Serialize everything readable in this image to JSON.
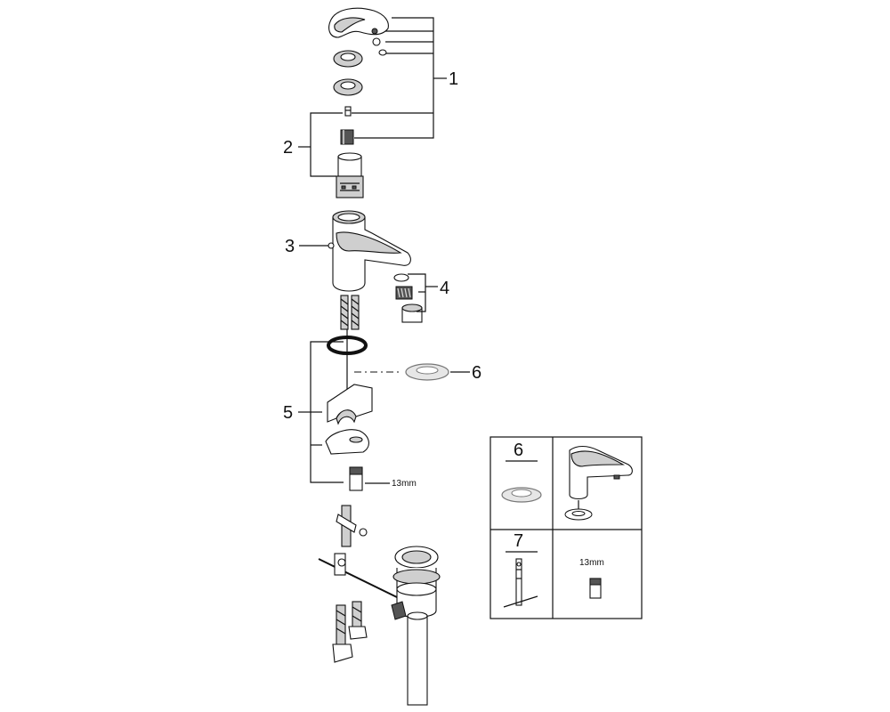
{
  "callouts": {
    "c1": "1",
    "c2": "2",
    "c3": "3",
    "c4": "4",
    "c5": "5",
    "c6": "6"
  },
  "wrench_size": "13mm",
  "inset": {
    "cell_6_label": "6",
    "cell_7_label": "7",
    "wrench_size": "13mm"
  }
}
